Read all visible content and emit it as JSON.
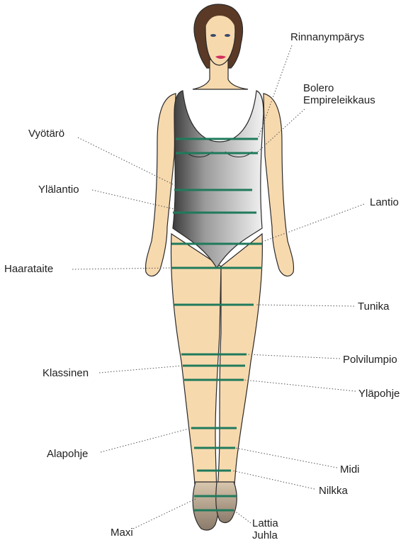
{
  "labels": {
    "rinnanymparys": "Rinnanympärys",
    "bolero": "Bolero",
    "empireleikkaus": "Empireleikkaus",
    "vyotaro": "Vyötärö",
    "ylalantio": "Ylälantio",
    "lantio": "Lantio",
    "haarataite": "Haarataite",
    "tunika": "Tunika",
    "polvilumpio": "Polvilumpio",
    "klassinen": "Klassinen",
    "ylapohje": "Yläpohje",
    "alapohje": "Alapohje",
    "midi": "Midi",
    "nilkka": "Nilkka",
    "maxi": "Maxi",
    "lattia": "Lattia",
    "juhla": "Juhla"
  },
  "colors": {
    "skin": "#f7d9ae",
    "outline": "#2a2a2a",
    "measure_line": "#1f7a5c",
    "leader": "#555555",
    "hair": "#5a3a26"
  }
}
